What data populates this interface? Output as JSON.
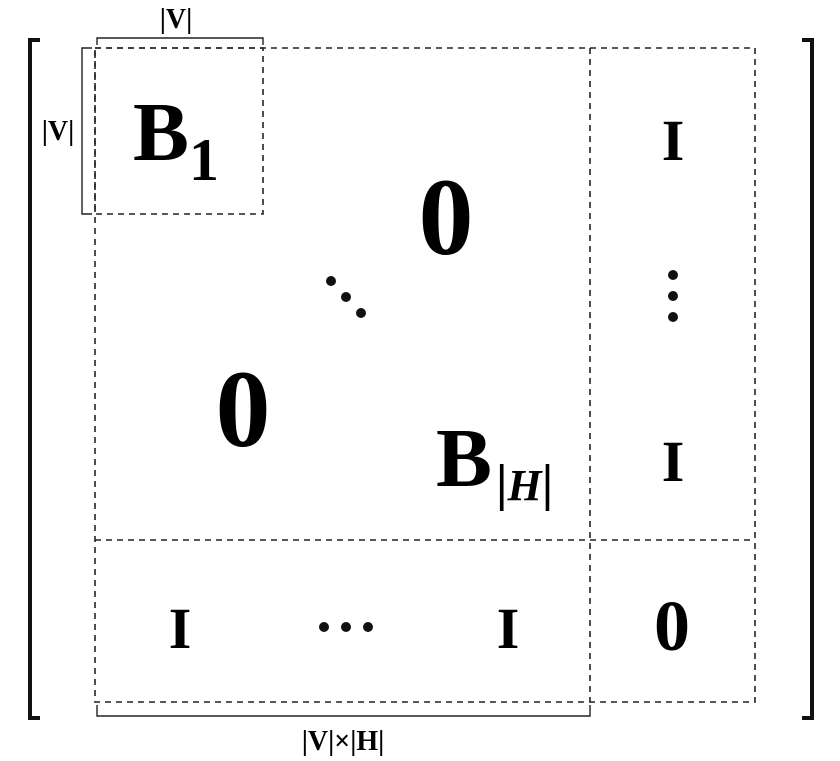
{
  "matrix": {
    "block_top_left": {
      "symbol": "B",
      "subscript": "1"
    },
    "block_last": {
      "symbol": "B",
      "subscript_open": "|",
      "subscript_var": "H",
      "subscript_close": "|"
    },
    "zero_upper": "0",
    "zero_lower": "0",
    "identity_right_top": "I",
    "identity_right_bottom": "I",
    "identity_bottom_left": "I",
    "identity_bottom_right": "I",
    "zero_corner": "0",
    "diag_dots": "⋱",
    "vert_dots": "⋮",
    "horiz_dots": "⋯"
  },
  "dimensions": {
    "top_label": "|V|",
    "left_label": "|V|",
    "bottom_label": "|V|×|H|"
  }
}
